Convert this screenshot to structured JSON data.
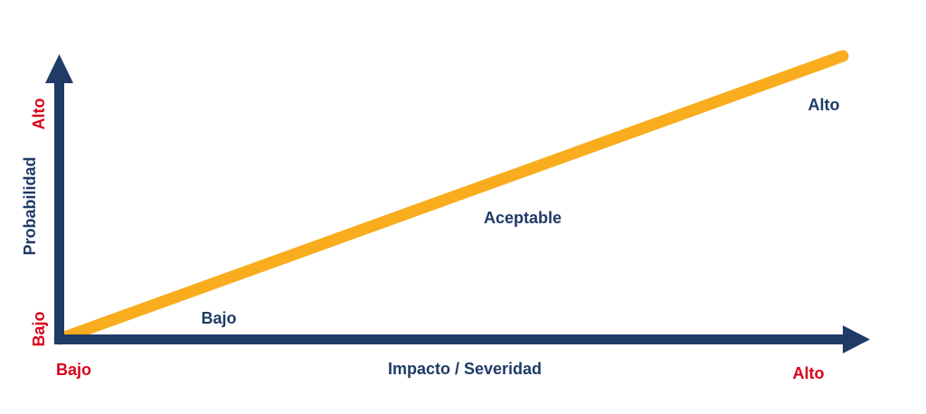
{
  "diagram": {
    "y_axis": {
      "label": "Probabilidad",
      "low_label": "Bajo",
      "high_label": "Alto"
    },
    "x_axis": {
      "label": "Impacto / Severidad",
      "low_label": "Bajo",
      "high_label": "Alto"
    },
    "regions": {
      "low": "Bajo",
      "acceptable": "Aceptable",
      "high": "Alto"
    },
    "colors": {
      "axis": "#1f3b66",
      "axis_end_labels": "#d9001b",
      "region_labels": "#1f3b66",
      "threshold_line": "#f9ad1e"
    }
  }
}
